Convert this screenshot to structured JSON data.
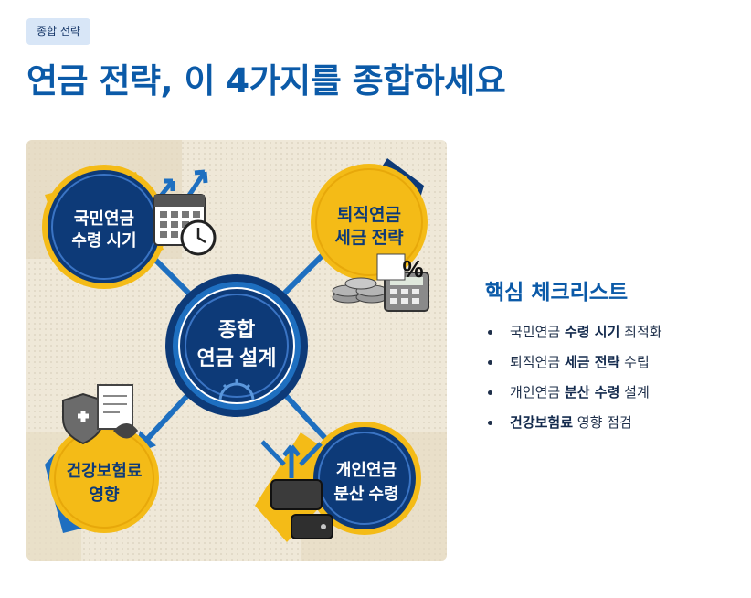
{
  "tag": "종합 전략",
  "title": "연금 전략, 이 4가지를 종합하세요",
  "illustration": {
    "center": [
      "종합",
      "연금 설계"
    ],
    "top_left": [
      "국민연금",
      "수령 시기"
    ],
    "top_right": [
      "퇴직연금",
      "세금 전략"
    ],
    "bottom_left": [
      "건강보험료",
      "영향"
    ],
    "bottom_right": [
      "개인연금",
      "분산 수령"
    ],
    "percent_sign": "%",
    "colors": {
      "navy": "#0d3a78",
      "yellow": "#f4bb17",
      "accent_blue": "#1e6fc0",
      "paper": "#efe8d8"
    }
  },
  "checklist": {
    "heading": "핵심 체크리스트",
    "items": [
      {
        "pre": "국민연금 ",
        "bold": "수령 시기",
        "post": " 최적화"
      },
      {
        "pre": "퇴직연금 ",
        "bold": "세금 전략",
        "post": " 수립"
      },
      {
        "pre": "개인연금 ",
        "bold": "분산 수령",
        "post": " 설계"
      },
      {
        "pre": "",
        "bold": "건강보험료",
        "post": " 영향 점검"
      }
    ]
  }
}
